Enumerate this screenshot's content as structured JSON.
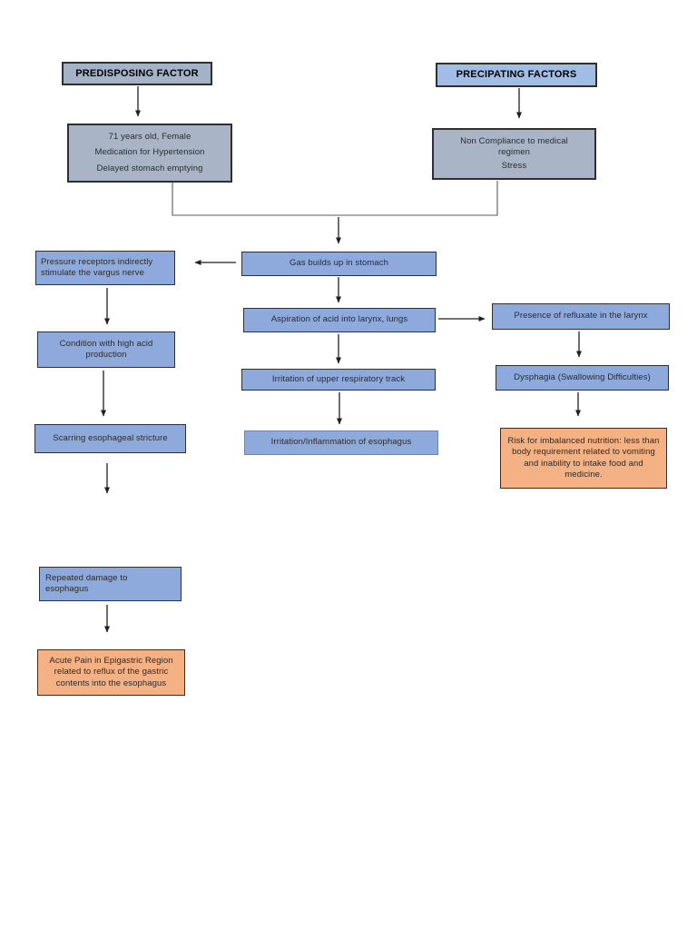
{
  "colors": {
    "header_left_bg": "#a4b2c8",
    "header_right_bg": "#a0bde6",
    "info_box_bg": "#a9b5c7",
    "flow_box_bg": "#8ea9db",
    "diagnosis_box_bg": "#f4b183",
    "border_dark": "#2f2f2f",
    "arrow": "#1f1f1f"
  },
  "diagram": {
    "headers": {
      "predisposing": "PREDISPOSING FACTOR",
      "precipitating": "PRECIPATING FACTORS"
    },
    "predisposing_info": {
      "line1": "71 years old, Female",
      "line2": "Medication for Hypertension",
      "line3": "Delayed stomach emptying"
    },
    "precipitating_info": {
      "line1": "Non Compliance to medical regimen",
      "line2": "Stress"
    },
    "flow": {
      "gas": "Gas builds up in stomach",
      "pressure": "Pressure receptors indirectly stimulate the vargus nerve",
      "condition": "Condition with high acid production",
      "scarring": "Scarring esophageal stricture",
      "repeated": "Repeated damage to esophagus",
      "aspiration": "Aspiration of acid into larynx, lungs",
      "irritation_upper": "Irritation of upper respiratory track",
      "irritation_inflammation": "Irritation/Inflammation of esophagus",
      "presence": "Presence of refluxate in the larynx",
      "dysphagia": "Dysphagia (Swallowing Difficulties)"
    },
    "diagnoses": {
      "acute_pain": "Acute Pain in Epigastric Region related to reflux of the gastric contents into the esophagus",
      "risk_imbalanced_nutrition": "Risk for imbalanced nutrition: less than body requirement related to vomiting and inability to intake food and medicine."
    }
  }
}
